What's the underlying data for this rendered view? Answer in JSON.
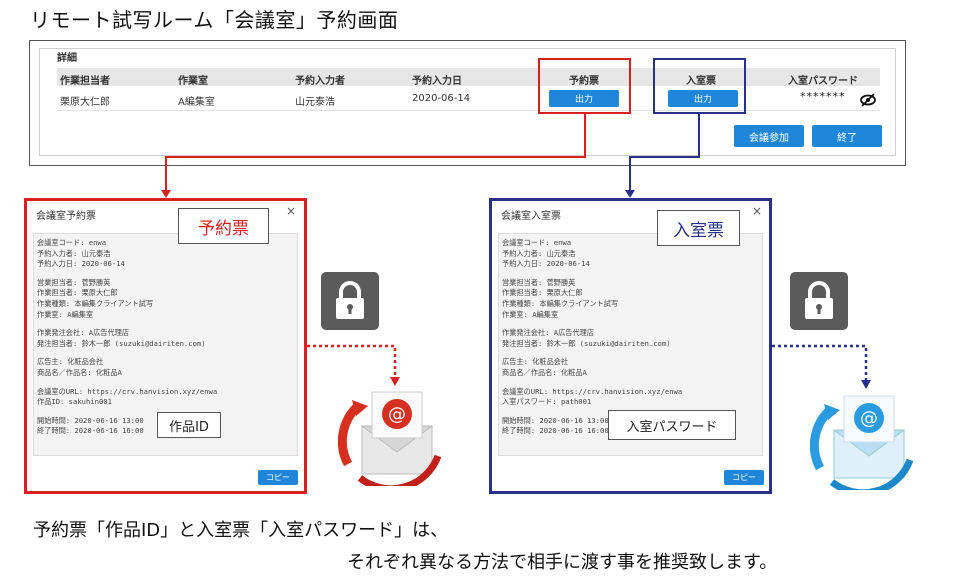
{
  "page": {
    "title": "リモート試写ルーム「会議室」予約画面"
  },
  "detail": {
    "heading": "詳細",
    "columns": [
      "作業担当者",
      "作業室",
      "予約入力者",
      "予約入力日",
      "予約票",
      "入室票",
      "入室パスワード"
    ],
    "row": {
      "worker": "栗原大仁郎",
      "room": "A編集室",
      "booker": "山元泰浩",
      "date": "2020-06-14",
      "reservation_btn": "出力",
      "entry_btn": "出力",
      "password": "*******"
    },
    "join_button": "会議参加",
    "end_button": "終了"
  },
  "dialog_reservation": {
    "title": "会議室予約票",
    "close": "×",
    "label": "予約票",
    "lines": [
      "会議室コード: enwa",
      "予約入力者: 山元泰浩",
      "予約入力日: 2020-06-14",
      "",
      "営業担当者: 菅野勝英",
      "作業担当者: 栗原大仁郎",
      "作業種類: 本編集クライアント試写",
      "作業室: A編集室",
      "",
      "作業発注会社: A広告代理店",
      "発注担当者: 鈴木一郎 (suzuki@dairiten.com)",
      "",
      "広告主: 化粧品会社",
      "商品名／作品名: 化粧品A",
      "",
      "会議室のURL: https://crv.hanvision.xyz/enwa",
      "作品ID: sakuhin001",
      "",
      "開始時間: 2020-06-16 13:00",
      "終了時間: 2020-06-16 16:00"
    ],
    "callout": "作品ID",
    "copy_button": "コピー"
  },
  "dialog_entry": {
    "title": "会議室入室票",
    "close": "×",
    "label": "入室票",
    "lines": [
      "会議室コード: enwa",
      "予約入力者: 山元泰浩",
      "予約入力日: 2020-06-14",
      "",
      "営業担当者: 菅野勝英",
      "作業担当者: 栗原大仁郎",
      "作業種類: 本編集クライアント試写",
      "作業室: A編集室",
      "",
      "作業発注会社: A広告代理店",
      "発注担当者: 鈴木一郎 (suzuki@dairiten.com)",
      "",
      "広告主: 化粧品会社",
      "商品名／作品名: 化粧品A",
      "",
      "会議室のURL: https://crv.hanvision.xyz/enwa",
      "入室パスワード: path001",
      "",
      "開始時間: 2020-06-16 13:00",
      "終了時間: 2020-06-16 16:00"
    ],
    "callout": "入室パスワード",
    "copy_button": "コピー"
  },
  "footer": {
    "line1": "予約票「作品ID」と入室票「入室パスワード」は、",
    "line2": "それぞれ異なる方法で相手に渡す事を推奨致します。"
  },
  "colors": {
    "red": "#d82020",
    "navy": "#27308a",
    "button_blue": "#1f86d9",
    "lock_gray": "#5b5b5b"
  },
  "icons": [
    "eye-slash-icon",
    "lock-icon",
    "email-icon"
  ]
}
